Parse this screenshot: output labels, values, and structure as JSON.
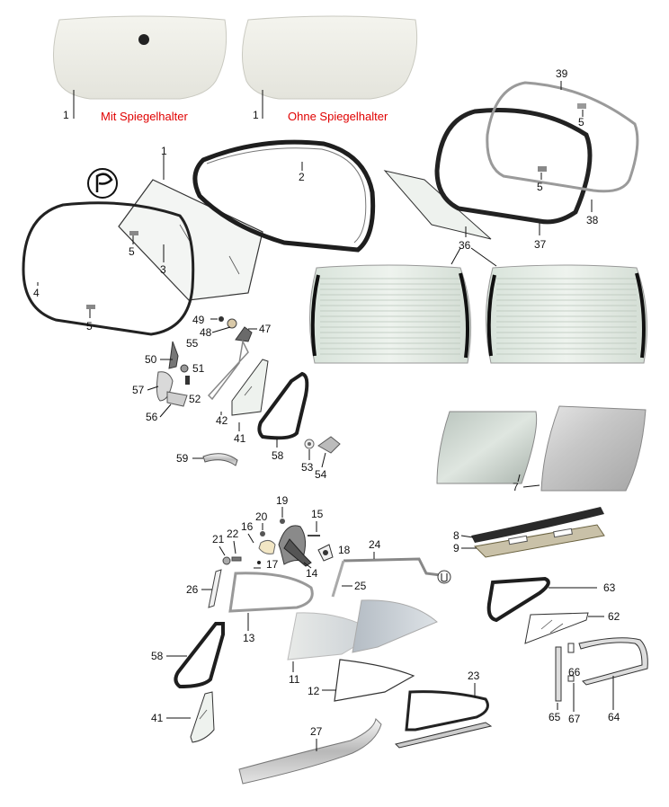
{
  "captions": {
    "with_mirror_holder": "Mit Spiegelhalter",
    "without_mirror_holder": "Ohne Spiegelhalter"
  },
  "callouts": {
    "n1": "1",
    "n2": "2",
    "n3": "3",
    "n4": "4",
    "n5": "5",
    "n7": "7",
    "n8": "8",
    "n9": "9",
    "n11": "11",
    "n12": "12",
    "n13": "13",
    "n14": "14",
    "n15": "15",
    "n16": "16",
    "n17": "17",
    "n18": "18",
    "n19": "19",
    "n20": "20",
    "n21": "21",
    "n22": "22",
    "n23": "23",
    "n24": "24",
    "n25": "25",
    "n26": "26",
    "n27": "27",
    "n36": "36",
    "n37": "37",
    "n38": "38",
    "n39": "39",
    "n41": "41",
    "n42": "42",
    "n47": "47",
    "n48": "48",
    "n49": "49",
    "n50": "50",
    "n51": "51",
    "n52": "52",
    "n53": "53",
    "n54": "54",
    "n55": "55",
    "n56": "56",
    "n57": "57",
    "n58": "58",
    "n59": "59",
    "n62": "62",
    "n63": "63",
    "n64": "64",
    "n65": "65",
    "n66": "66",
    "n67": "67"
  },
  "colors": {
    "caption": "#e00000",
    "glass_tint": "#dfe9e2",
    "seal": "#2a2a2a",
    "line": "#111111"
  }
}
